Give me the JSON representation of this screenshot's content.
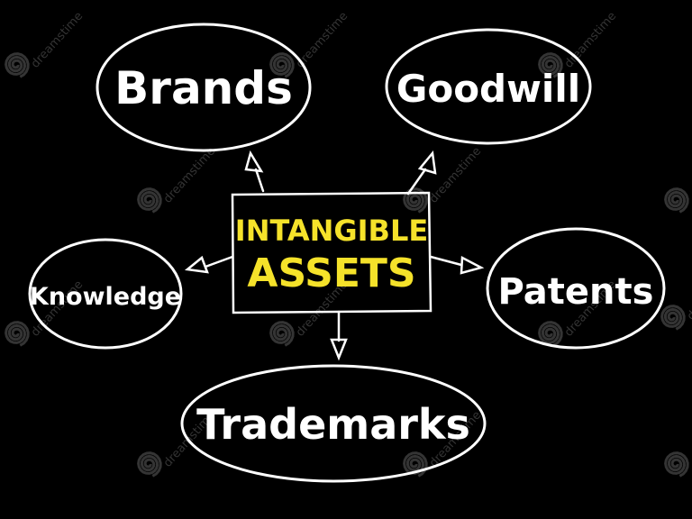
{
  "colors": {
    "background": "#000000",
    "stroke": "#ffffff",
    "center_text": "#f5e22a",
    "watermark": "#3a3a3a"
  },
  "center": {
    "line1": "INTANGIBLE",
    "line2": "ASSETS"
  },
  "nodes": {
    "brands": "Brands",
    "goodwill": "Goodwill",
    "knowledge": "Knowledge",
    "patents": "Patents",
    "trademarks": "Trademarks"
  },
  "watermark": {
    "text": "dreamstime",
    "icon": "spiral-icon"
  }
}
